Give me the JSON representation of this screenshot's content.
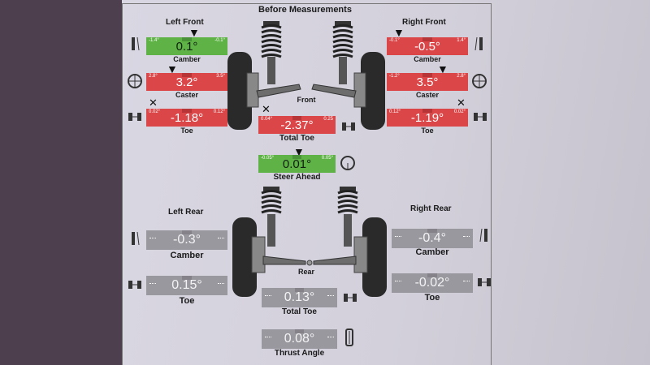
{
  "title": "Before Measurements",
  "front": {
    "label": "Front",
    "left": {
      "title": "Left Front",
      "camber": {
        "label": "Camber",
        "value": "0.1°",
        "min": "-1.4°",
        "max": "-0.1°",
        "status": "green"
      },
      "caster": {
        "label": "Caster",
        "value": "3.2°",
        "min": "2.8°",
        "max": "3.5°",
        "status": "red"
      },
      "toe": {
        "label": "Toe",
        "value": "-1.18°",
        "min": "0.02°",
        "max": "0.12°",
        "status": "red"
      }
    },
    "right": {
      "title": "Right Front",
      "camber": {
        "label": "Camber",
        "value": "-0.5°",
        "min": "-0.1°",
        "max": "1.4°",
        "status": "red"
      },
      "caster": {
        "label": "Caster",
        "value": "3.5°",
        "min": "-1.2°",
        "max": "2.8°",
        "status": "red"
      },
      "toe": {
        "label": "Toe",
        "value": "-1.19°",
        "min": "0.12°",
        "max": "0.02°",
        "status": "red"
      }
    },
    "total_toe": {
      "label": "Total Toe",
      "value": "-2.37°",
      "min": "0.04°",
      "max": "0.25",
      "status": "red"
    },
    "steer_ahead": {
      "label": "Steer Ahead",
      "value": "0.01°",
      "min": "-0.05°",
      "max": "0.05°",
      "status": "green"
    }
  },
  "rear": {
    "label": "Rear",
    "left": {
      "title": "Left Rear",
      "camber": {
        "label": "Camber",
        "value": "-0.3°",
        "status": "gray"
      },
      "toe": {
        "label": "Toe",
        "value": "0.15°",
        "status": "gray"
      }
    },
    "right": {
      "title": "Right Rear",
      "camber": {
        "label": "Camber",
        "value": "-0.4°",
        "status": "gray"
      },
      "toe": {
        "label": "Toe",
        "value": "-0.02°",
        "status": "gray"
      }
    },
    "total_toe": {
      "label": "Total Toe",
      "value": "0.13°",
      "status": "gray"
    },
    "thrust_angle": {
      "label": "Thrust Angle",
      "value": "0.08°",
      "status": "gray"
    }
  }
}
